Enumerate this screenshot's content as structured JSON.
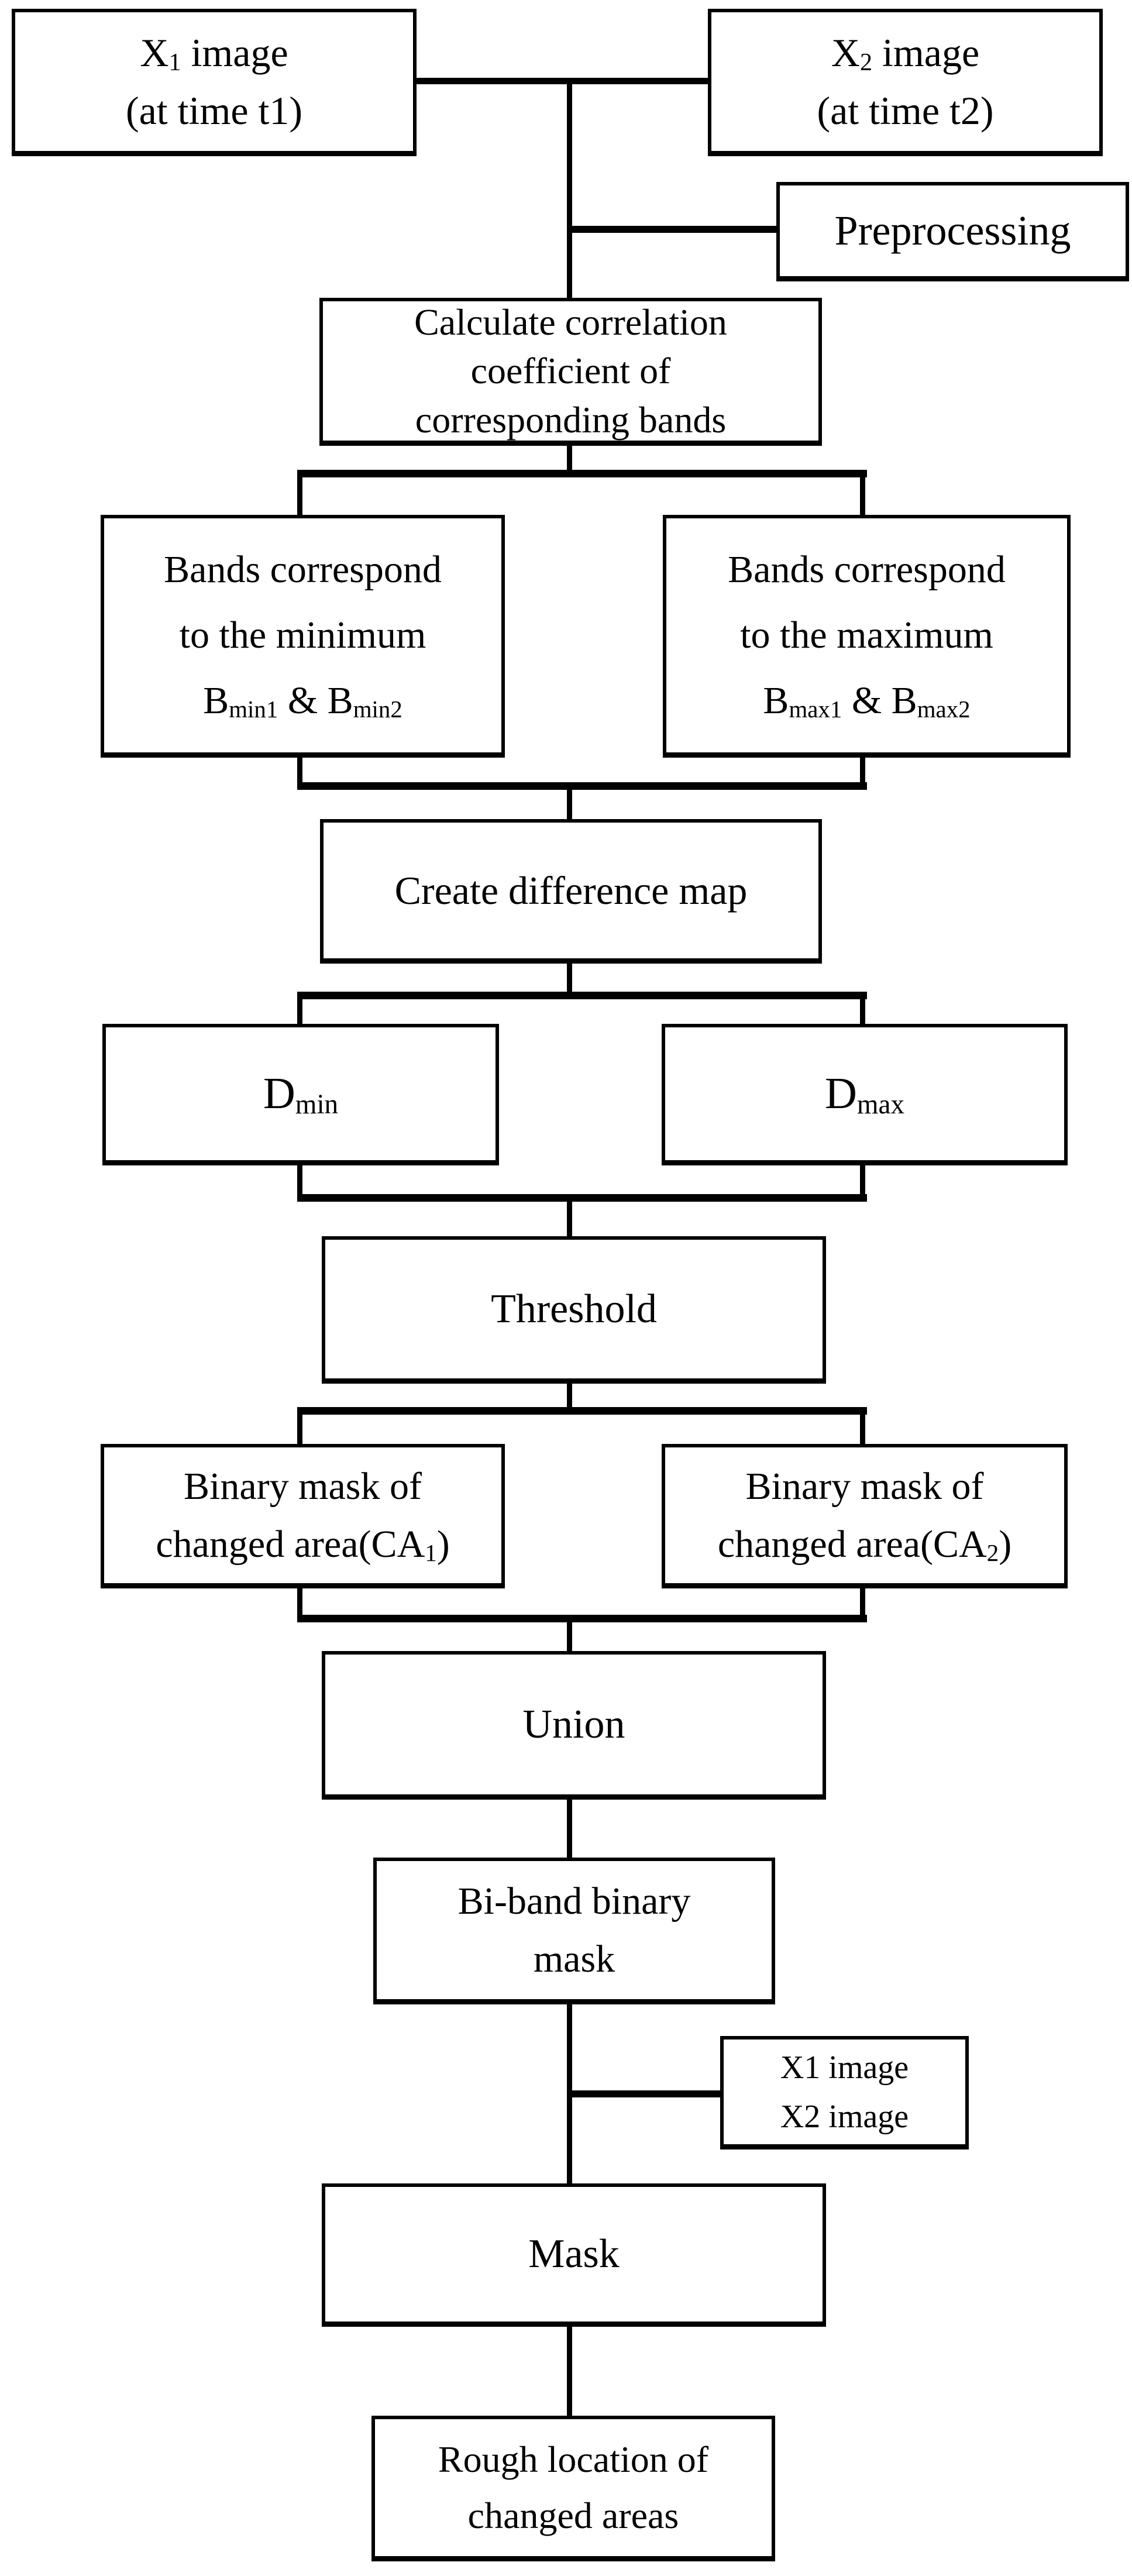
{
  "diagram": {
    "type": "flowchart",
    "background_color": "#ffffff",
    "line_color": "#000000",
    "box_fill_color": "#ffffff",
    "nodes": {
      "x1": {
        "lines": [
          "X[1] image",
          "(at time t1)"
        ]
      },
      "x2": {
        "lines": [
          "X[2] image",
          "(at time t2)"
        ]
      },
      "preprocessing": {
        "lines": [
          "Preprocessing"
        ]
      },
      "calculate": {
        "lines": [
          "Calculate correlation",
          "coefficient of",
          "corresponding bands"
        ]
      },
      "bands_min": {
        "lines": [
          "Bands correspond",
          "to the minimum",
          "B[min1] & B[min2]"
        ]
      },
      "bands_max": {
        "lines": [
          "Bands correspond",
          "to the maximum",
          "B[max1] & B[max2]"
        ]
      },
      "create": {
        "lines": [
          "Create difference map"
        ]
      },
      "d_min": {
        "lines": [
          "D[min]"
        ]
      },
      "d_max": {
        "lines": [
          "D[max]"
        ]
      },
      "threshold": {
        "lines": [
          "Threshold"
        ]
      },
      "binary_ca1": {
        "lines": [
          "Binary mask of",
          "changed area(CA[1])"
        ]
      },
      "binary_ca2": {
        "lines": [
          "Binary mask of",
          "changed area(CA[2])"
        ]
      },
      "union": {
        "lines": [
          "Union"
        ]
      },
      "biband": {
        "lines": [
          "Bi-band binary",
          "mask"
        ]
      },
      "x1x2": {
        "lines": [
          "X1 image",
          "X2 image"
        ]
      },
      "mask": {
        "lines": [
          "Mask"
        ]
      },
      "rough": {
        "lines": [
          "Rough location of",
          "changed areas"
        ]
      }
    },
    "flow_order": [
      "x1 & x2 (joined)",
      "preprocessing (side branch)",
      "calculate",
      "bands_min & bands_max (split)",
      "create",
      "d_min & d_max (split)",
      "threshold",
      "binary_ca1 & binary_ca2 (split)",
      "union",
      "biband",
      "x1x2 (side branch)",
      "mask",
      "rough"
    ]
  }
}
